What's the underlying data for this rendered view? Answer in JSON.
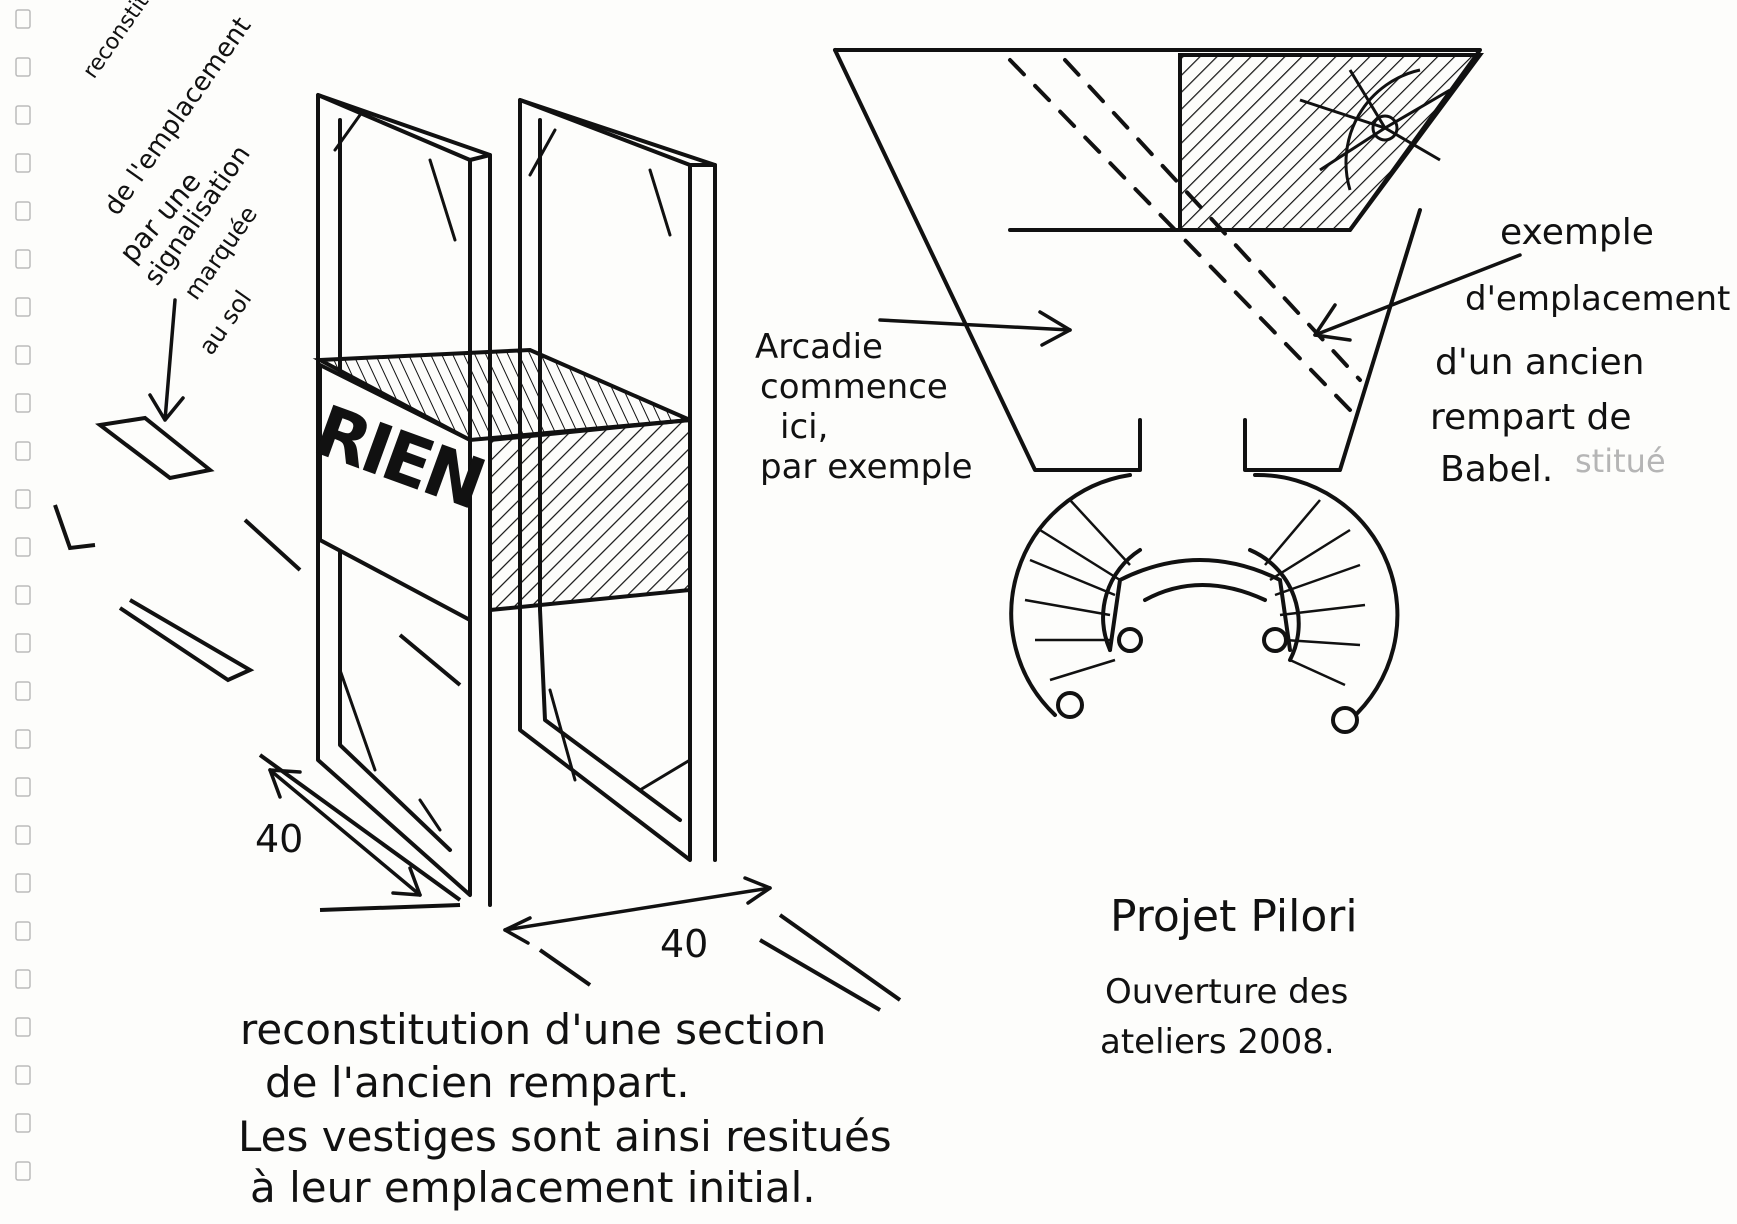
{
  "annotations": {
    "marking_note": [
      "reconstitution",
      "de l'emplacement",
      "par une",
      "signalisation",
      "marquée",
      "au sol"
    ],
    "sign_text": "RIEN",
    "dimension_left": "40",
    "dimension_bottom": "40",
    "arcadie_note": [
      "Arcadie",
      "commence",
      "ici,",
      "par exemple"
    ],
    "rampart_note": [
      "exemple",
      "d'emplacement",
      "d'un ancien",
      "rempart de",
      "Babel."
    ],
    "ghost_text": "stitué"
  },
  "caption": {
    "lines": [
      "reconstitution d'une section",
      "de l'ancien rempart.",
      "Les vestiges sont ainsi resitués",
      "à leur emplacement initial."
    ]
  },
  "project": {
    "title": "Projet Pilori",
    "subtitle_lines": [
      "Ouverture des",
      "ateliers 2008."
    ]
  }
}
